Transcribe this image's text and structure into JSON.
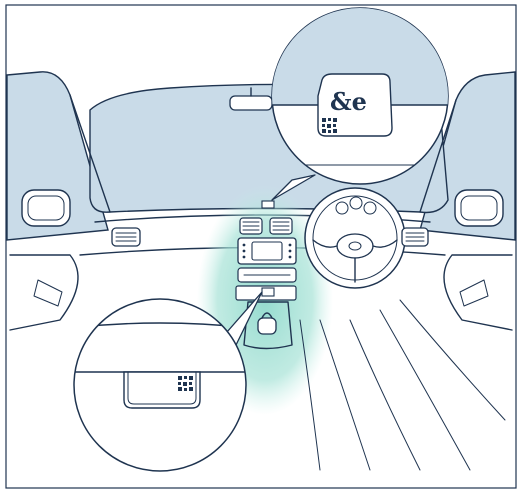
{
  "illustration": {
    "colors": {
      "outline": "#1f3450",
      "glass_tint": "#c9dbe8",
      "glow": "#8fd9cc",
      "background": "#ffffff",
      "device_shadow": "#d7e3ec"
    },
    "device_logo_text": "&e",
    "callouts": [
      {
        "name": "windshield-device-callout",
        "content": "device-with-logo-and-qr"
      },
      {
        "name": "console-device-callout",
        "content": "device-with-qr"
      }
    ]
  }
}
